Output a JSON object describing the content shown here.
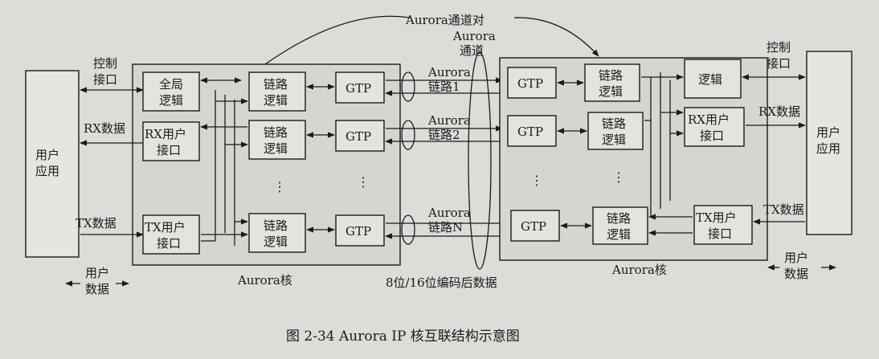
{
  "top_label": "Aurora通道对",
  "channel_label": [
    "Aurora",
    "通道"
  ],
  "links": [
    {
      "l1": "Aurora",
      "l2": "链路1"
    },
    {
      "l1": "Aurora",
      "l2": "链路2"
    },
    {
      "l1": "Aurora",
      "l2": "链路N"
    }
  ],
  "left": {
    "user_app": [
      "用户",
      "应用"
    ],
    "ctrl_port": [
      "控制",
      "接口"
    ],
    "rx_data": "RX数据",
    "tx_data": "TX数据",
    "user_data": [
      "用户",
      "数据"
    ],
    "core_label": "Aurora核",
    "global_logic": [
      "全局",
      "逻辑"
    ],
    "rx_user_if": [
      "RX用户",
      "接口"
    ],
    "tx_user_if": [
      "TX用户",
      "接口"
    ]
  },
  "right": {
    "user_app": [
      "用户",
      "应用"
    ],
    "ctrl_port": [
      "控制",
      "接口"
    ],
    "rx_data": "RX数据",
    "tx_data": "TX数据",
    "user_data": [
      "用户",
      "数据"
    ],
    "core_label": "Aurora核",
    "logic": "逻辑",
    "rx_user_if": [
      "RX用户",
      "接口"
    ],
    "tx_user_if": [
      "TX用户",
      "接口"
    ]
  },
  "link_logic": [
    "链路",
    "逻辑"
  ],
  "gtp": "GTP",
  "dots": "⋮",
  "bottom_label": "8位/16位编码后数据",
  "caption": "图 2-34    Aurora IP 核互联结构示意图"
}
